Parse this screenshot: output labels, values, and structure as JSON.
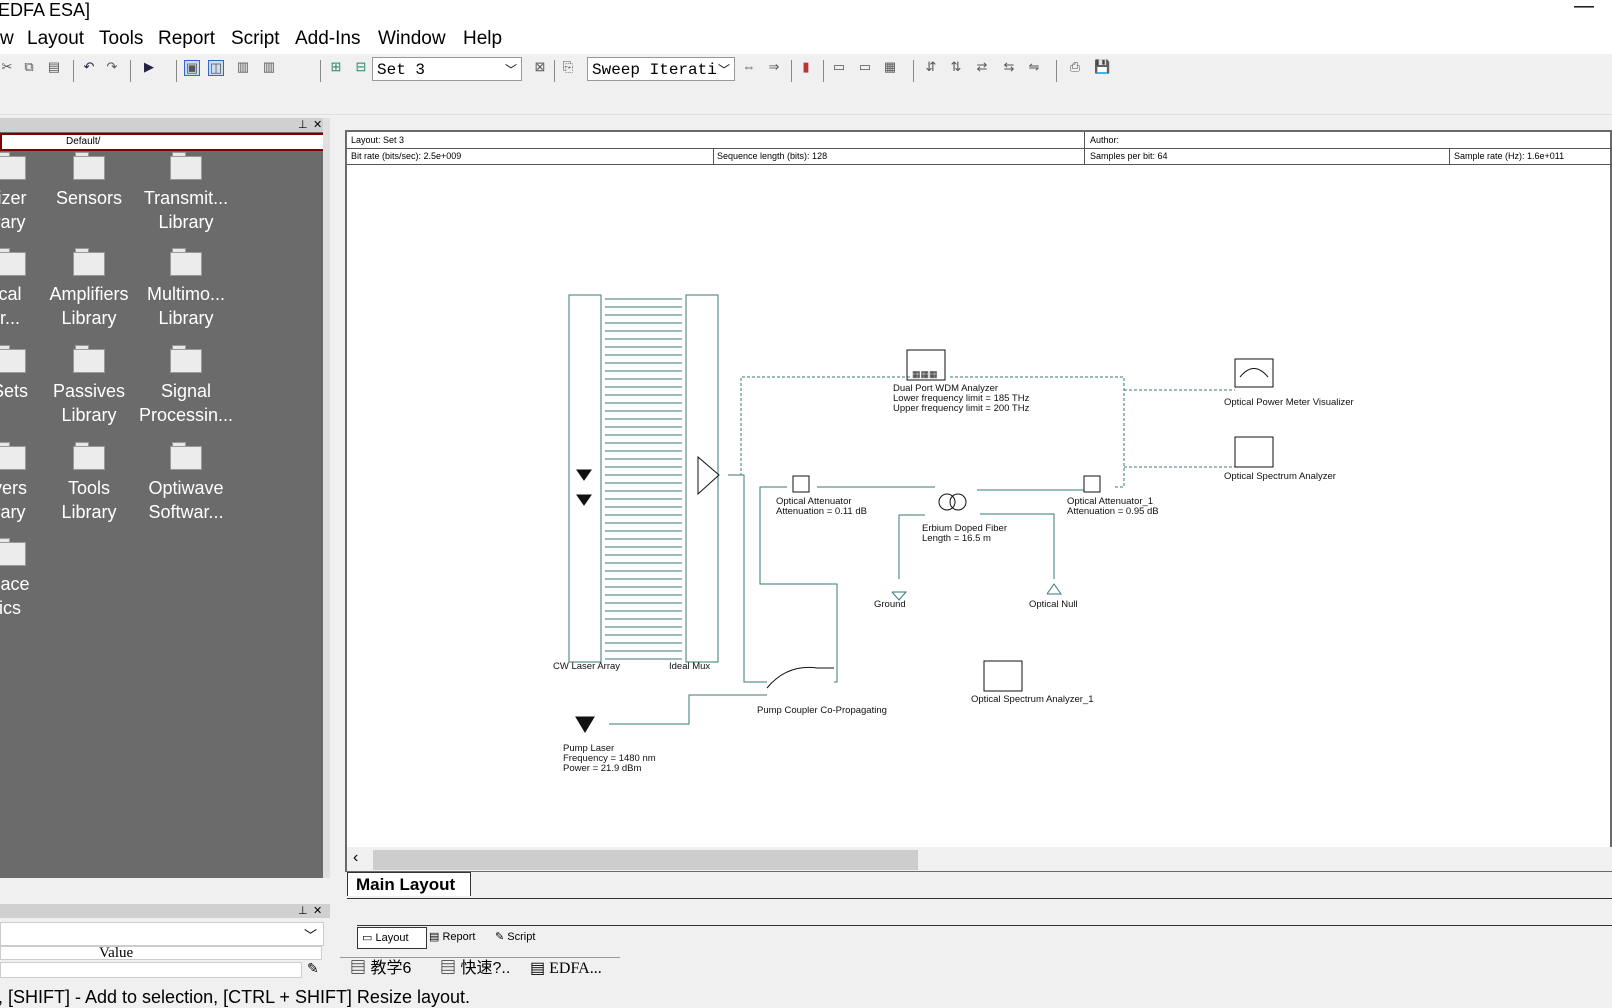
{
  "window": {
    "title": "EDFA ESA]"
  },
  "menu": {
    "items": [
      "w",
      "Layout",
      "Tools",
      "Report",
      "Script",
      "Add-Ins",
      "Window",
      "Help"
    ]
  },
  "toolbar": {
    "layout_combo": "Set 3",
    "sweep_combo": "Sweep Iterati"
  },
  "library_panel": {
    "tab_label": "Default/",
    "folders": [
      {
        "label": "lizer\nrary"
      },
      {
        "label": "Sensors"
      },
      {
        "label": "Transmit...\nLibrary"
      },
      {
        "label": "cal\nr..."
      },
      {
        "label": "Amplifiers\nLibrary"
      },
      {
        "label": "Multimo...\nLibrary"
      },
      {
        "label": "Sets"
      },
      {
        "label": "Passives\nLibrary"
      },
      {
        "label": "Signal\nProcessin..."
      },
      {
        "label": "vers\nrary"
      },
      {
        "label": "Tools\nLibrary"
      },
      {
        "label": "Optiwave\nSoftwar..."
      },
      {
        "label": "pace\nics"
      }
    ]
  },
  "properties_panel": {
    "column_header": "Value"
  },
  "layout_header": {
    "layout": "Layout: Set 3",
    "author": "Author:",
    "bit_rate": "Bit rate (bits/sec):  2.5e+009",
    "sequence_length": "Sequence length (bits):  128",
    "samples_per_bit": "Samples per bit:  64",
    "sample_rate": "Sample rate (Hz):  1.6e+011"
  },
  "components": {
    "cw_laser_array": "CW Laser Array",
    "ideal_mux": "Ideal Mux",
    "wdm_analyzer": [
      "Dual Port WDM Analyzer",
      "Lower frequency limit = 185  THz",
      "Upper frequency limit = 200  THz"
    ],
    "power_meter": "Optical Power Meter Visualizer",
    "spectrum_analyzer": "Optical Spectrum Analyzer",
    "attenuator": [
      "Optical Attenuator",
      "Attenuation = 0.11  dB"
    ],
    "edf": [
      "Erbium Doped Fiber",
      "Length = 16.5  m"
    ],
    "attenuator1": [
      "Optical Attenuator_1",
      "Attenuation = 0.95  dB"
    ],
    "ground": "Ground",
    "optical_null": "Optical Null",
    "pump_coupler": "Pump Coupler Co-Propagating",
    "spectrum_analyzer1": "Optical Spectrum Analyzer_1",
    "pump_laser": [
      "Pump Laser",
      "Frequency = 1480  nm",
      "Power = 21.9  dBm"
    ]
  },
  "layout_tab": "Main Layout",
  "view_tabs": [
    "Layout",
    "Report",
    "Script"
  ],
  "documents": [
    "教学6",
    "快速?..",
    "EDFA..."
  ],
  "status": ", [SHIFT] - Add to selection, [CTRL + SHIFT] Resize layout."
}
